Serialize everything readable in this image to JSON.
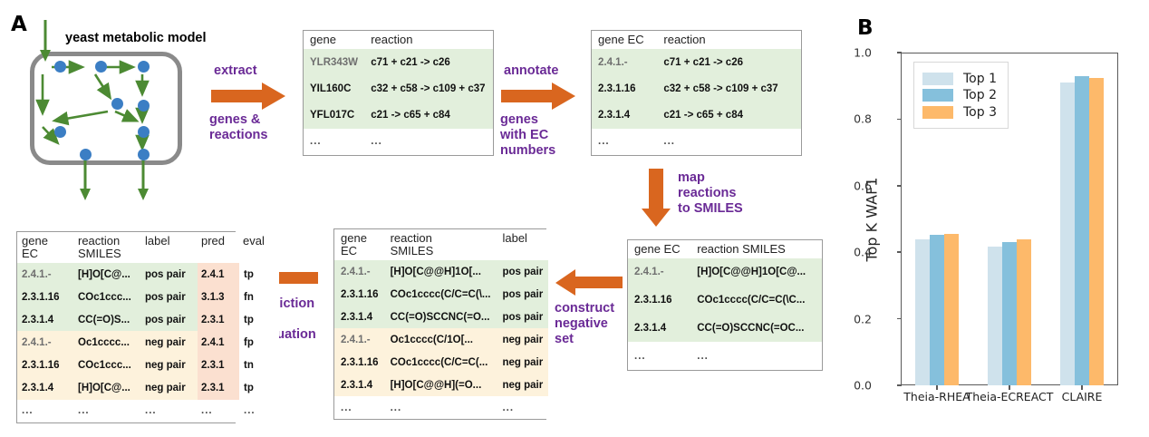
{
  "panels": {
    "a_label": "A",
    "b_label": "B"
  },
  "network": {
    "title": "yeast metabolic model",
    "node_count": 9
  },
  "steps": [
    {
      "id": "extract",
      "line1": "extract",
      "line2": "genes &",
      "line3": "reactions",
      "direction": "right"
    },
    {
      "id": "annotate",
      "line1": "annotate",
      "line2": "genes",
      "line3": "with EC",
      "line4": "numbers",
      "direction": "right"
    },
    {
      "id": "map",
      "line1": "map",
      "line2": "reactions",
      "line3": "to SMILES",
      "direction": "down"
    },
    {
      "id": "construct",
      "line1": "construct",
      "line2": "negative",
      "line3": "set",
      "direction": "left"
    },
    {
      "id": "prediction",
      "line1": "prediction",
      "line2": "&",
      "line3": "evaluation",
      "direction": "left"
    }
  ],
  "colors": {
    "arrow_orange": "#d9661f",
    "label_purple": "#6a2a96",
    "node_blue": "#3b7ec4",
    "edge_green": "#4c8a33",
    "membrane_gray": "#8a8a8a",
    "row_pos": "#e2efdc",
    "row_neg": "#fdf2dc",
    "pred_col": "#fbe0d0",
    "top1": "#cfe2ec",
    "top2": "#85c0dc",
    "top3": "#fdb96a"
  },
  "tables": {
    "gene_reaction": {
      "headers": [
        "gene",
        "reaction"
      ],
      "rows": [
        {
          "cells": [
            "YLR343W",
            "c71 + c21 -> c26"
          ],
          "style": "pos",
          "dim0": true
        },
        {
          "cells": [
            "YIL160C",
            "c32 + c58 -> c109 + c37"
          ],
          "style": "pos"
        },
        {
          "cells": [
            "YFL017C",
            "c21 -> c65 + c84"
          ],
          "style": "pos"
        },
        {
          "cells": [
            "...",
            "..."
          ],
          "style": "dots"
        }
      ]
    },
    "ec_reaction": {
      "headers": [
        "gene EC",
        "reaction"
      ],
      "rows": [
        {
          "cells": [
            "2.4.1.-",
            "c71 + c21 -> c26"
          ],
          "style": "pos",
          "dim0": true
        },
        {
          "cells": [
            "2.3.1.16",
            "c32 + c58 -> c109 + c37"
          ],
          "style": "pos"
        },
        {
          "cells": [
            "2.3.1.4",
            "c21 -> c65 + c84"
          ],
          "style": "pos"
        },
        {
          "cells": [
            "...",
            "..."
          ],
          "style": "dots"
        }
      ]
    },
    "ec_smiles": {
      "headers": [
        "gene EC",
        "reaction SMILES"
      ],
      "rows": [
        {
          "cells": [
            "2.4.1.-",
            "[H]O[C@@H]1O[C@..."
          ],
          "style": "pos",
          "dim0": true
        },
        {
          "cells": [
            "2.3.1.16",
            "COc1cccc(C/C=C(\\C..."
          ],
          "style": "pos"
        },
        {
          "cells": [
            "2.3.1.4",
            "CC(=O)SCCNC(=OC..."
          ],
          "style": "pos"
        },
        {
          "cells": [
            "...",
            "..."
          ],
          "style": "dots"
        }
      ]
    },
    "labeled_pairs": {
      "headers": [
        "gene\nEC",
        "reaction\nSMILES",
        "label"
      ],
      "rows": [
        {
          "cells": [
            "2.4.1.-",
            "[H]O[C@@H]1O[...",
            "pos pair"
          ],
          "style": "pos",
          "dim0": true
        },
        {
          "cells": [
            "2.3.1.16",
            "COc1cccc(C/C=C(\\...",
            "pos pair"
          ],
          "style": "pos"
        },
        {
          "cells": [
            "2.3.1.4",
            "CC(=O)SCCNC(=O...",
            "pos pair"
          ],
          "style": "pos"
        },
        {
          "cells": [
            "2.4.1.-",
            "Oc1cccc(C/1O[...",
            "neg pair"
          ],
          "style": "neg",
          "dim0": true
        },
        {
          "cells": [
            "2.3.1.16",
            "COc1cccc(C/C=C(...",
            "neg pair"
          ],
          "style": "neg"
        },
        {
          "cells": [
            "2.3.1.4",
            "[H]O[C@@H](=O...",
            "neg pair"
          ],
          "style": "neg"
        },
        {
          "cells": [
            "...",
            "...",
            "..."
          ],
          "style": "dots"
        }
      ]
    },
    "evaluation": {
      "headers": [
        "gene\nEC",
        "reaction\nSMILES",
        "label",
        "pred",
        "eval"
      ],
      "rows": [
        {
          "cells": [
            "2.4.1.-",
            "[H]O[C@...",
            "pos pair",
            "2.4.1",
            "tp"
          ],
          "style": "pos",
          "dim0": true
        },
        {
          "cells": [
            "2.3.1.16",
            "COc1ccc...",
            "pos pair",
            "3.1.3",
            "fn"
          ],
          "style": "pos"
        },
        {
          "cells": [
            "2.3.1.4",
            "CC(=O)S...",
            "pos pair",
            "2.3.1",
            "tp"
          ],
          "style": "pos"
        },
        {
          "cells": [
            "2.4.1.-",
            "Oc1cccc...",
            "neg pair",
            "2.4.1",
            "fp"
          ],
          "style": "neg",
          "dim0": true
        },
        {
          "cells": [
            "2.3.1.16",
            "COc1ccc...",
            "neg pair",
            "2.3.1",
            "tn"
          ],
          "style": "neg"
        },
        {
          "cells": [
            "2.3.1.4",
            "[H]O[C@...",
            "neg pair",
            "2.3.1",
            "tp"
          ],
          "style": "neg"
        },
        {
          "cells": [
            "...",
            "...",
            "...",
            "...",
            "..."
          ],
          "style": "dots"
        }
      ]
    }
  },
  "chart_data": {
    "type": "bar",
    "title": "",
    "xlabel": "",
    "ylabel": "Top K WAF1",
    "ylim": [
      0.0,
      1.0
    ],
    "yticks": [
      0.0,
      0.2,
      0.4,
      0.6,
      0.8,
      1.0
    ],
    "ytick_labels": [
      "0.0",
      "0.2",
      "0.4",
      "0.6",
      "0.8",
      "1.0"
    ],
    "grid": false,
    "legend_position": "upper left",
    "categories": [
      "Theia-RHEA",
      "Theia-ECREACT",
      "CLAIRE"
    ],
    "series": [
      {
        "name": "Top 1",
        "color": "#cfe2ec",
        "values": [
          0.44,
          0.417,
          0.91
        ]
      },
      {
        "name": "Top 2",
        "color": "#85c0dc",
        "values": [
          0.452,
          0.43,
          0.93
        ]
      },
      {
        "name": "Top 3",
        "color": "#fdb96a",
        "values": [
          0.456,
          0.438,
          0.924
        ]
      }
    ]
  }
}
